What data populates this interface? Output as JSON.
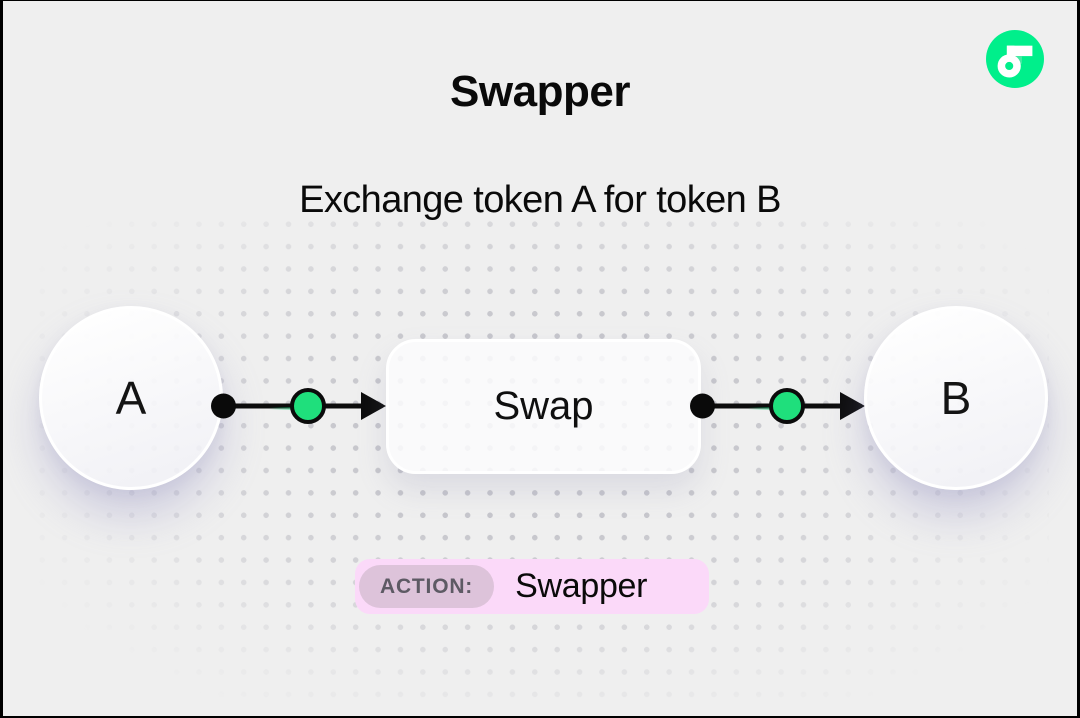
{
  "header": {
    "title": "Swapper",
    "subtitle": "Exchange token A for token B"
  },
  "logo": {
    "name": "Flow",
    "color": "#00ef8b"
  },
  "diagram": {
    "source_node": {
      "label": "A"
    },
    "process_node": {
      "label": "Swap"
    },
    "target_node": {
      "label": "B"
    },
    "connectors": [
      {
        "from": "A",
        "to": "Swap"
      },
      {
        "from": "Swap",
        "to": "B"
      }
    ]
  },
  "action_badge": {
    "label": "ACTION:",
    "value": "Swapper"
  },
  "colors": {
    "background": "#efefef",
    "frame_border": "#000000",
    "flow_green": "#00ef8b",
    "token_dot_green": "#1fdf7c",
    "badge_background": "#fbd9f9",
    "badge_label_background": "#ddc3da",
    "badge_label_text": "#5d5a64",
    "pattern_dot": "#c3c3c9",
    "text": "#0a0a0a"
  }
}
